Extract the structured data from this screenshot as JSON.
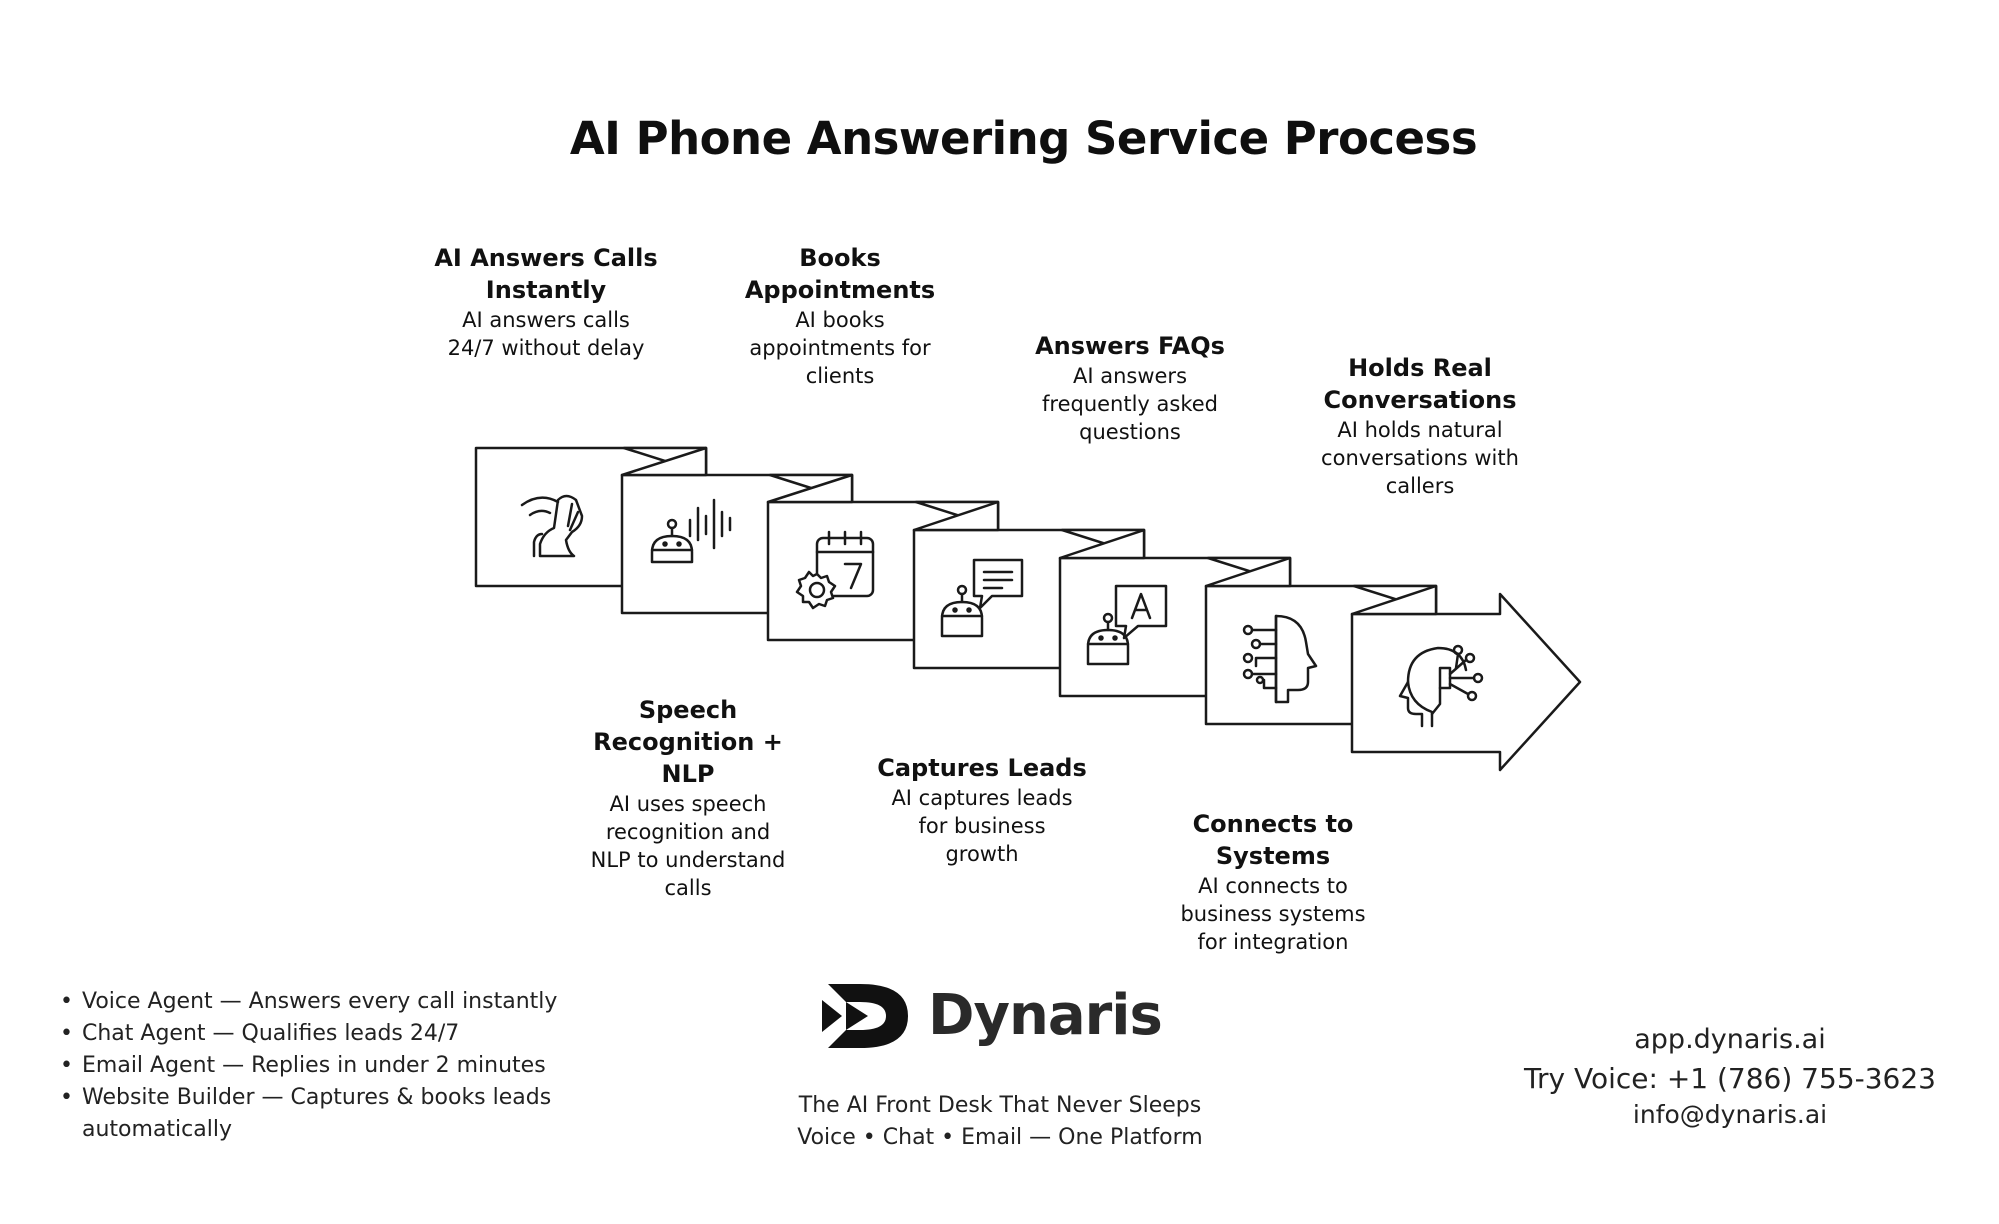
{
  "title": "AI Phone Answering Service Process",
  "steps": [
    {
      "title": "AI Answers Calls Instantly",
      "title_lines": [
        "AI Answers Calls",
        "Instantly"
      ],
      "desc_lines": [
        "AI answers calls",
        "24/7 without delay"
      ],
      "icon": "phone-icon"
    },
    {
      "title": "Speech Recognition + NLP",
      "title_lines": [
        "Speech",
        "Recognition +",
        "NLP"
      ],
      "desc_lines": [
        "AI uses speech",
        "recognition and",
        "NLP to understand",
        "calls"
      ],
      "icon": "robot-soundwave-icon"
    },
    {
      "title": "Books Appointments",
      "title_lines": [
        "Books",
        "Appointments"
      ],
      "desc_lines": [
        "AI books",
        "appointments for",
        "clients"
      ],
      "icon": "calendar-gear-icon"
    },
    {
      "title": "Captures Leads",
      "title_lines": [
        "Captures Leads"
      ],
      "desc_lines": [
        "AI captures leads",
        "for business",
        "growth"
      ],
      "icon": "robot-chat-icon"
    },
    {
      "title": "Answers FAQs",
      "title_lines": [
        "Answers FAQs"
      ],
      "desc_lines": [
        "AI answers",
        "frequently asked",
        "questions"
      ],
      "icon": "robot-answer-icon"
    },
    {
      "title": "Connects to Systems",
      "title_lines": [
        "Connects to",
        "Systems"
      ],
      "desc_lines": [
        "AI connects to",
        "business systems",
        "for integration"
      ],
      "icon": "circuit-head-icon"
    },
    {
      "title": "Holds Real Conversations",
      "title_lines": [
        "Holds Real",
        "Conversations"
      ],
      "desc_lines": [
        "AI holds natural",
        "conversations with",
        "callers"
      ],
      "icon": "brain-network-icon"
    }
  ],
  "features": [
    "Voice Agent — Answers every call instantly",
    "Chat Agent — Qualifies leads 24/7",
    "Email Agent — Replies in under 2 minutes",
    " Website Builder — Captures & books leads automatically"
  ],
  "brand": {
    "name": "Dynaris",
    "tagline": "The AI Front Desk That Never Sleeps",
    "subtagline": "Voice • Chat • Email — One Platform",
    "logo_icon": "dynaris-logo-icon"
  },
  "contact": {
    "website": "app.dynaris.ai",
    "phone": "Try Voice: +1 (786) 755-3623",
    "email": "info@dynaris.ai"
  },
  "colors": {
    "stroke": "#1a1a1a",
    "text": "#111111",
    "background": "#ffffff"
  }
}
